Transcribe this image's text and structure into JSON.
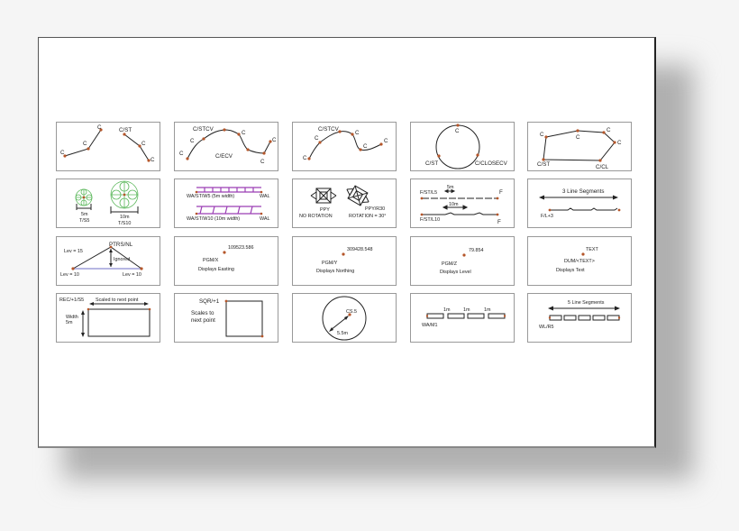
{
  "colors": {
    "point": "#b5562a",
    "tree": "#5cb85c",
    "wall": "#9b3fb5",
    "level_line": "#8a8ad0",
    "line": "#222222"
  },
  "panels": [
    {
      "id": "c-st",
      "labels": [
        "C",
        "C",
        "C",
        "C/ST",
        "C",
        "C"
      ]
    },
    {
      "id": "c-stcv-ecv",
      "labels": [
        "C/STCV",
        "C",
        "C",
        "C",
        "C/ECV",
        "C",
        "C"
      ]
    },
    {
      "id": "c-stcv",
      "labels": [
        "C/STCV",
        "C",
        "C",
        "C",
        "C",
        "C"
      ]
    },
    {
      "id": "c-closecv",
      "labels": [
        "C",
        "C/ST",
        "C/CLOSECV"
      ]
    },
    {
      "id": "c-cl",
      "labels": [
        "C",
        "C",
        "C",
        "C",
        "C/ST",
        "C/CL"
      ]
    },
    {
      "id": "trees",
      "labels": [
        "5m",
        "T/S5",
        "10m",
        "T/S10"
      ]
    },
    {
      "id": "walls",
      "labels": [
        "WA/ST/W5 (5m width)",
        "WAL",
        "WA/ST/W10 (10m width)",
        "WAL"
      ]
    },
    {
      "id": "ppy",
      "labels": [
        "PPY",
        "NO ROTATION",
        "PPY/R30",
        "ROTATION = 30°"
      ]
    },
    {
      "id": "fence",
      "labels": [
        "F/ST/L5",
        "5m",
        "F",
        "10m",
        "F/ST/L10",
        "F"
      ]
    },
    {
      "id": "fence-3seg",
      "labels": [
        "3 Line Segments",
        "F/L+3"
      ]
    },
    {
      "id": "ptrs",
      "labels": [
        "Lev = 15",
        "PTRS/NL",
        "Ignored",
        "Lev = 10",
        "Lev = 10"
      ]
    },
    {
      "id": "pgm-x",
      "labels": [
        "109523.586",
        "PGM/X",
        "Displays Easting"
      ]
    },
    {
      "id": "pgm-y",
      "labels": [
        "309428.548",
        "PGM/Y",
        "Displays Northing"
      ]
    },
    {
      "id": "pgm-z",
      "labels": [
        "79.854",
        "PGM/Z",
        "Displays Level"
      ]
    },
    {
      "id": "dum-text",
      "labels": [
        "TEXT",
        "DUM/<TEXT>",
        "Displays Text"
      ]
    },
    {
      "id": "rec",
      "labels": [
        "REC/+1/S5",
        "Scaled to next point",
        "Width",
        "5m"
      ]
    },
    {
      "id": "sqr",
      "labels": [
        "SQR/+1",
        "Scales to",
        "next point"
      ]
    },
    {
      "id": "circle",
      "labels": [
        "CS.5",
        "5.5m"
      ]
    },
    {
      "id": "wam",
      "labels": [
        "1m",
        "1m",
        "1m",
        "WA/M1"
      ]
    },
    {
      "id": "wl-5seg",
      "labels": [
        "5 Line Segments",
        "WL/R5"
      ]
    }
  ]
}
